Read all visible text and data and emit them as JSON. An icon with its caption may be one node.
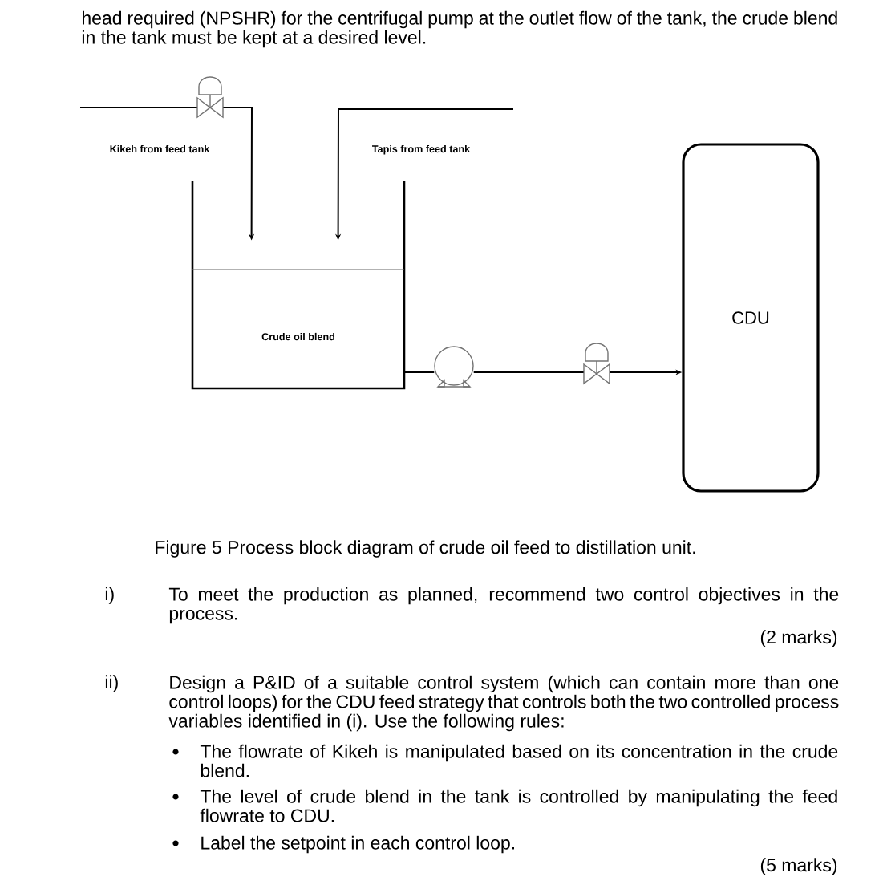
{
  "diagram": {
    "caption": "Figure 5 Process block diagram of crude oil feed to distillation unit.",
    "nodes": [
      {
        "text": [
          "Crude oil blend"
        ]
      },
      {
        "text": [
          "CDU"
        ]
      },
      {
        "text": [],
        "shape": "circle"
      },
      {
        "text": [],
        "shape": "valve"
      },
      {
        "text": [],
        "shape": "valve"
      }
    ],
    "edges": [
      {
        "from": null,
        "to": 4,
        "arrow": "none"
      },
      {
        "from": 4,
        "to": 0,
        "arrow": "to"
      },
      {
        "from": null,
        "to": 0,
        "arrow": "to"
      },
      {
        "from": 0,
        "to": 2,
        "arrow": "none"
      },
      {
        "from": 2,
        "to": 3,
        "arrow": "none"
      },
      {
        "from": 3,
        "to": 1,
        "arrow": "to"
      }
    ],
    "labels": [
      "head required (NPSHR) for the centrifugal pump at the outlet flow of the tank, the crude blend in the tank must be kept at a desired level.",
      "Kikeh from feed tank",
      "Tapis from feed tank",
      "i)",
      "To meet the production as planned, recommend two control objectives in the process.",
      "(2 marks)",
      "ii)",
      "Design a P&ID of a suitable control system (which can contain more than one control loops) for the CDU feed strategy that controls both the two controlled process variables identified in (i). Use the following rules:",
      "The flowrate of Kikeh is manipulated based on its concentration in the crude blend.",
      "The level of crude blend in the tank is controlled by manipulating the feed flowrate to CDU.",
      "Label the setpoint in each control loop.",
      "(5 marks)"
    ]
  }
}
